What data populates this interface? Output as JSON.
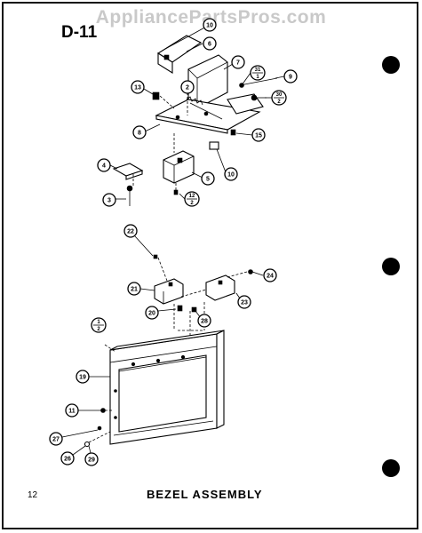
{
  "watermark": "AppliancePartsPros.com",
  "diagram_code": "D-11",
  "page_number": "12",
  "title": "BEZEL ASSEMBLY",
  "callouts": {
    "c10a": "10",
    "c6": "6",
    "c7": "7",
    "c9": "9",
    "c13": "13",
    "c2": "2",
    "c8": "8",
    "c15": "15",
    "c4": "4",
    "c5": "5",
    "c10b": "10",
    "c3": "3",
    "c22": "22",
    "c24": "24",
    "c21": "21",
    "c23": "23",
    "c20": "20",
    "c28": "28",
    "c19": "19",
    "c11": "11",
    "c27": "27",
    "c26": "26",
    "c29": "29"
  },
  "fraction_callouts": {
    "f31": {
      "num": "31",
      "den": "1"
    },
    "f30": {
      "num": "30",
      "den": "2"
    },
    "f12": {
      "num": "12",
      "den": "2"
    },
    "f1": {
      "num": "1",
      "den": "2"
    }
  }
}
